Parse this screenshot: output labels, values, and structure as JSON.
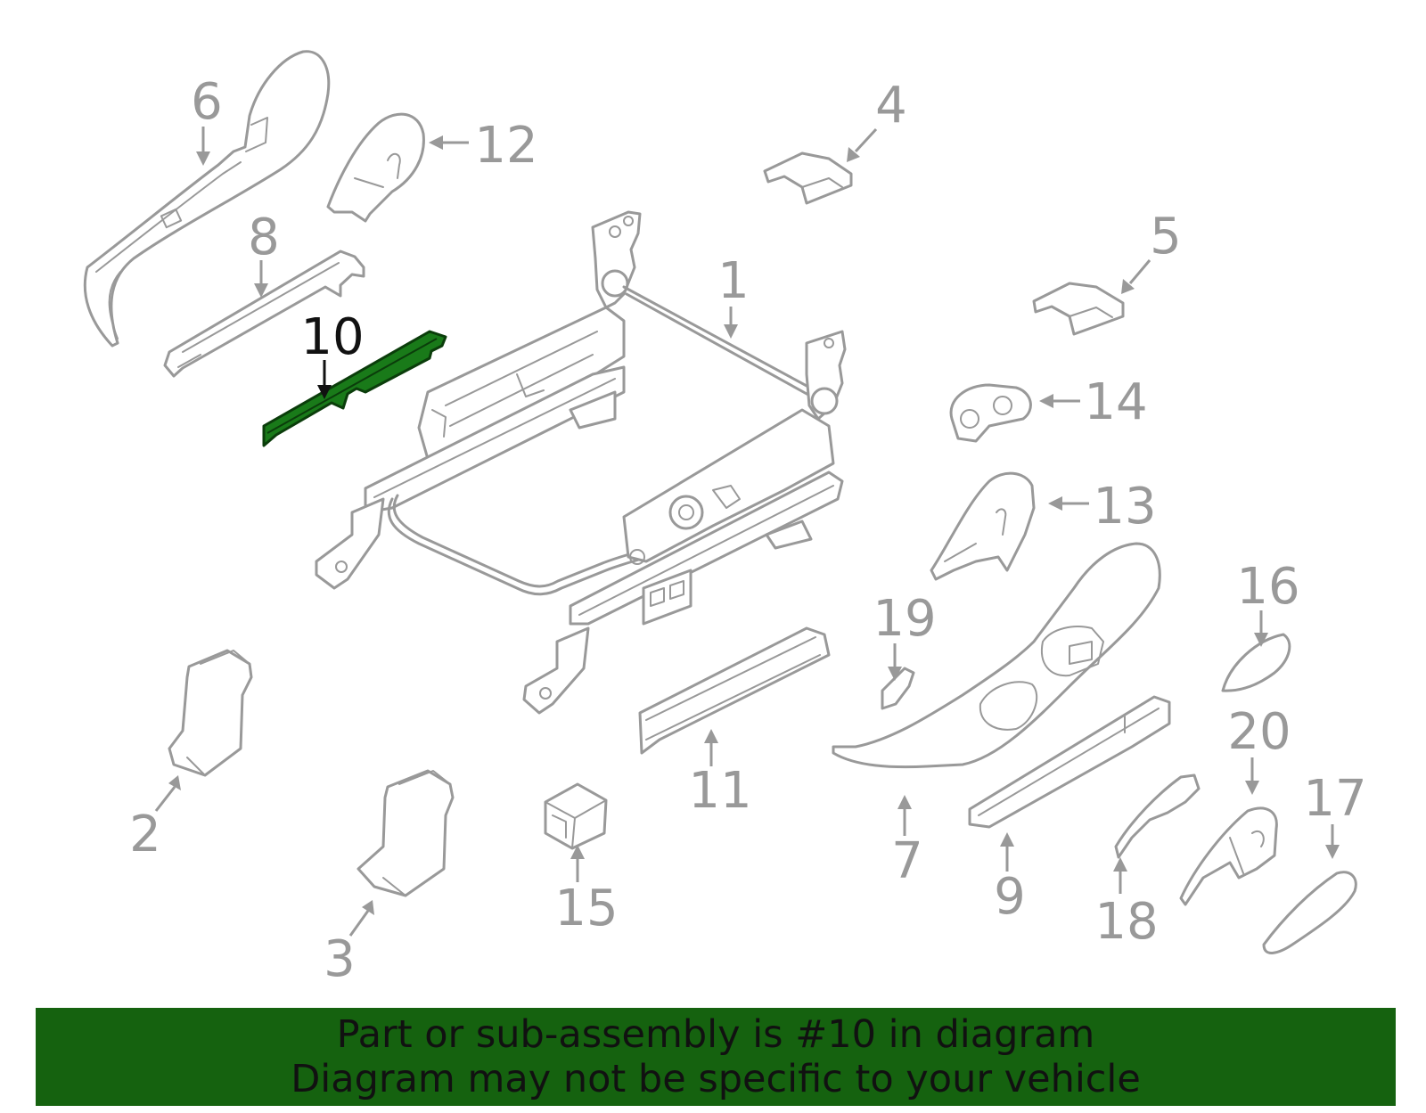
{
  "diagram": {
    "callouts": [
      {
        "id": "1",
        "label": "1"
      },
      {
        "id": "2",
        "label": "2"
      },
      {
        "id": "3",
        "label": "3"
      },
      {
        "id": "4",
        "label": "4"
      },
      {
        "id": "5",
        "label": "5"
      },
      {
        "id": "6",
        "label": "6"
      },
      {
        "id": "7",
        "label": "7"
      },
      {
        "id": "8",
        "label": "8"
      },
      {
        "id": "9",
        "label": "9"
      },
      {
        "id": "10",
        "label": "10"
      },
      {
        "id": "11",
        "label": "11"
      },
      {
        "id": "12",
        "label": "12"
      },
      {
        "id": "13",
        "label": "13"
      },
      {
        "id": "14",
        "label": "14"
      },
      {
        "id": "15",
        "label": "15"
      },
      {
        "id": "16",
        "label": "16"
      },
      {
        "id": "17",
        "label": "17"
      },
      {
        "id": "18",
        "label": "18"
      },
      {
        "id": "19",
        "label": "19"
      },
      {
        "id": "20",
        "label": "20"
      }
    ],
    "highlighted_part": "10",
    "colors": {
      "line": "#999999",
      "highlight_fill": "#197a19",
      "banner": "#15620f",
      "text_dark": "#111111"
    }
  },
  "banner": {
    "line1": "Part or sub-assembly is #10 in diagram",
    "line2": "Diagram may not be specific to your vehicle"
  }
}
